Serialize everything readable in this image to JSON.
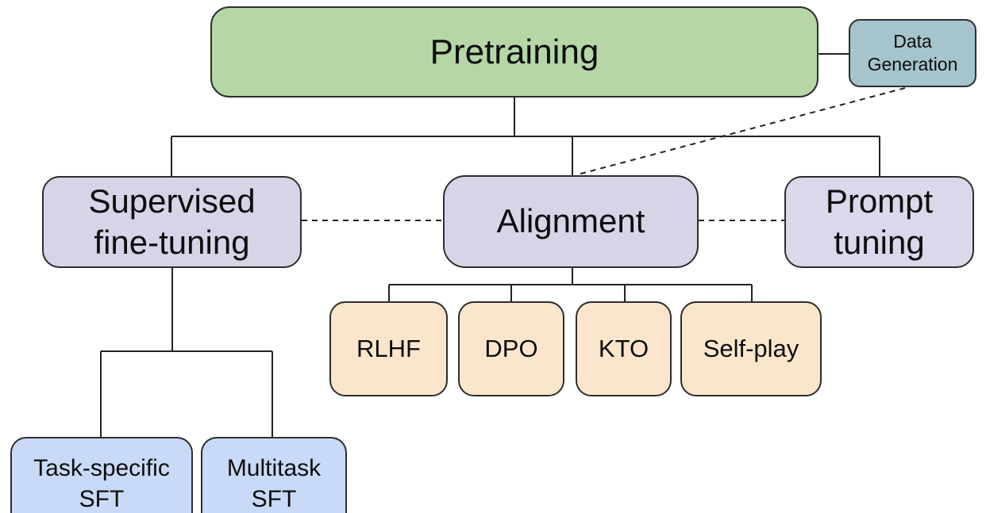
{
  "diagram": {
    "background": "#ffffff",
    "line_color": "#222222",
    "border_color": "#2e2e2e",
    "text_color": "#0d0d0d",
    "nodes": {
      "pretraining": {
        "label": "Pretraining",
        "fill": "#b5d7a6"
      },
      "data_generation": {
        "label": "Data\nGeneration",
        "fill": "#a6c4cb"
      },
      "supervised_fine_tuning": {
        "label": "Supervised\nfine-tuning",
        "fill": "#d9d3e8"
      },
      "alignment": {
        "label": "Alignment",
        "fill": "#d9d3e8"
      },
      "prompt_tuning": {
        "label": "Prompt\ntuning",
        "fill": "#dcd7ea"
      },
      "rlhf": {
        "label": "RLHF",
        "fill": "#fbe6cc"
      },
      "dpo": {
        "label": "DPO",
        "fill": "#fbe6cc"
      },
      "kto": {
        "label": "KTO",
        "fill": "#fbe6cc"
      },
      "self_play": {
        "label": "Self-play",
        "fill": "#fbe6cc"
      },
      "task_specific_sft": {
        "label": "Task-specific\nSFT",
        "fill": "#c9daf8"
      },
      "multitask_sft": {
        "label": "Multitask\nSFT",
        "fill": "#c9daf8"
      }
    },
    "edges": [
      {
        "from": "pretraining",
        "to": "data_generation",
        "style": "solid"
      },
      {
        "from": "pretraining",
        "to": "supervised_fine_tuning",
        "style": "solid"
      },
      {
        "from": "pretraining",
        "to": "alignment",
        "style": "solid"
      },
      {
        "from": "pretraining",
        "to": "prompt_tuning",
        "style": "solid"
      },
      {
        "from": "supervised_fine_tuning",
        "to": "alignment",
        "style": "dashed"
      },
      {
        "from": "alignment",
        "to": "prompt_tuning",
        "style": "dashed"
      },
      {
        "from": "data_generation",
        "to": "alignment",
        "style": "dashed"
      },
      {
        "from": "alignment",
        "to": "rlhf",
        "style": "solid"
      },
      {
        "from": "alignment",
        "to": "dpo",
        "style": "solid"
      },
      {
        "from": "alignment",
        "to": "kto",
        "style": "solid"
      },
      {
        "from": "alignment",
        "to": "self_play",
        "style": "solid"
      },
      {
        "from": "supervised_fine_tuning",
        "to": "task_specific_sft",
        "style": "solid"
      },
      {
        "from": "supervised_fine_tuning",
        "to": "multitask_sft",
        "style": "solid"
      }
    ]
  }
}
